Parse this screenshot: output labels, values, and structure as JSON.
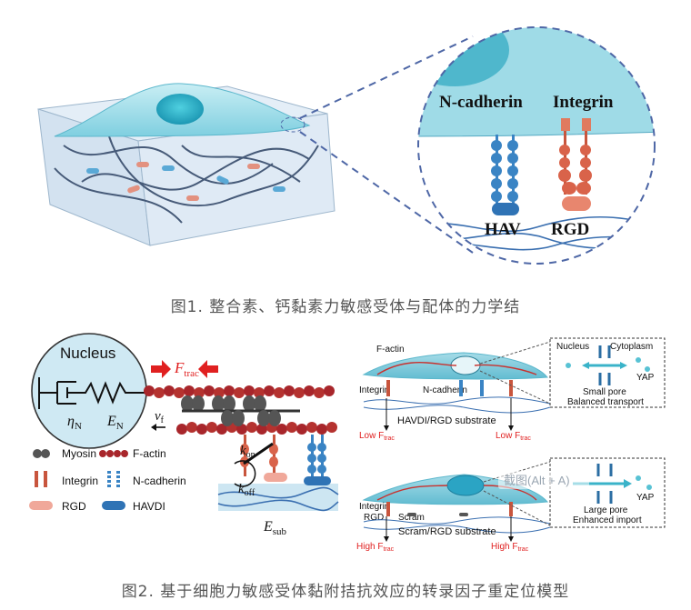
{
  "figure1": {
    "caption": "图1. 整合素、钙黏素力敏感受体与配体的力学结",
    "labels": {
      "ncadherin": "N-cadherin",
      "integrin": "Integrin",
      "hav": "HAV",
      "rgd": "RGD"
    }
  },
  "figure2": {
    "caption": "图2. 基于细胞力敏感受体黏附拮抗效应的转录因子重定位模型",
    "model": {
      "nucleus": "Nucleus",
      "ftrac": "F",
      "ftrac_sub": "trac",
      "eta": "η",
      "eta_sub": "N",
      "en": "E",
      "en_sub": "N",
      "vf": "v",
      "vf_sub": "f",
      "kon": "k",
      "kon_sub": "on",
      "koff": "k",
      "koff_sub": "off",
      "esub": "E",
      "esub_sub": "sub"
    },
    "legend": {
      "myosin": "Myosin",
      "factin": "F-actin",
      "integrin": "Integrin",
      "ncadherin": "N-cadherin",
      "rgd": "RGD",
      "havdi": "HAVDI"
    },
    "top_panel": {
      "factin": "F-actin",
      "integrin": "Integrin",
      "ncadherin": "N-cadherin",
      "substrate": "HAVDI/RGD substrate",
      "low_left": "Low F",
      "low_left_sub": "trac",
      "low_right": "Low F",
      "low_right_sub": "trac",
      "nucleus": "Nucleus",
      "cytoplasm": "Cytoplasm",
      "yap": "YAP",
      "pore_line1": "Small pore",
      "pore_line2": "Balanced transport"
    },
    "bottom_panel": {
      "integrin": "Integrin",
      "rgd": "RGD",
      "scram": "Scram",
      "substrate": "Scram/RGD substrate",
      "high_left": "High F",
      "high_left_sub": "trac",
      "high_right": "High F",
      "high_right_sub": "trac",
      "yap": "YAP",
      "pore_line1": "Large pore",
      "pore_line2": "Enhanced import"
    },
    "watermark": "截图(Alt + A)"
  }
}
